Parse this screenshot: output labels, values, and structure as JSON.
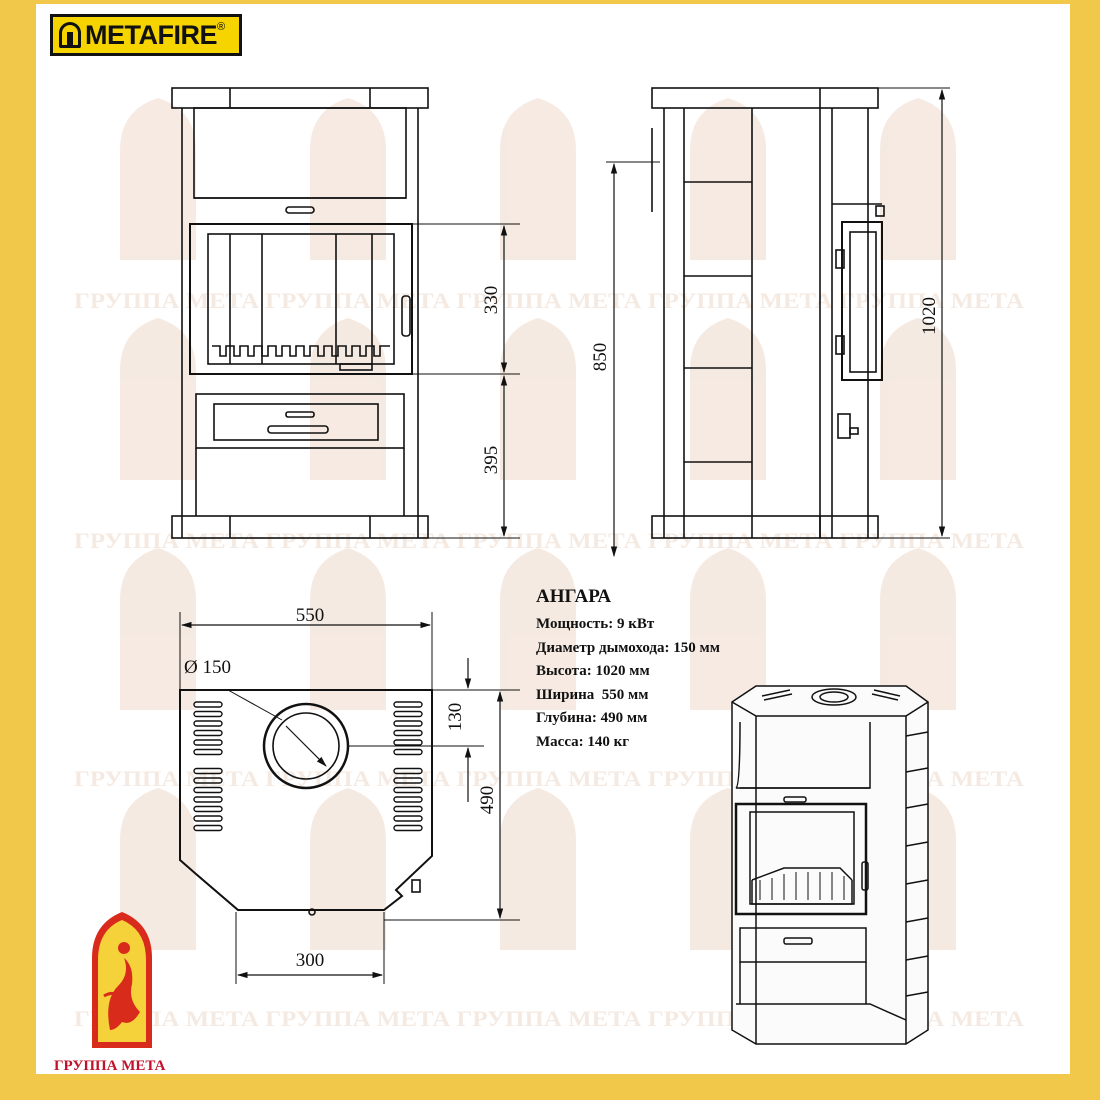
{
  "brand": {
    "logo_text": "METAFIRE",
    "registered_mark": "®"
  },
  "drawing": {
    "front_view": {
      "dims": {
        "firebox_height": "330",
        "base_height": "395",
        "total_to_firebox_top": "850"
      }
    },
    "side_view": {
      "dims": {
        "total_height": "1020"
      }
    },
    "top_view": {
      "dims": {
        "width": "550",
        "flue_diameter": "Ø 150",
        "flue_offset": "130",
        "depth": "490",
        "front_width": "300"
      }
    }
  },
  "spec": {
    "title": "АНГАРА",
    "lines": [
      "Мощность: 9 кВт",
      "Диаметр дымохода: 150 мм",
      "Высота: 1020 мм",
      "Ширина  550 мм",
      "Глубина: 490 мм",
      "Масса: 140 кг"
    ]
  },
  "watermark": {
    "text": "ГРУППА МЕТА"
  },
  "company": {
    "name": "ГРУППА МЕТА"
  },
  "colors": {
    "frame": "#f2c84a",
    "logo_bg": "#f5d400",
    "accent_red": "#c0122a",
    "watermark": "#eed9cc",
    "line": "#111111"
  }
}
